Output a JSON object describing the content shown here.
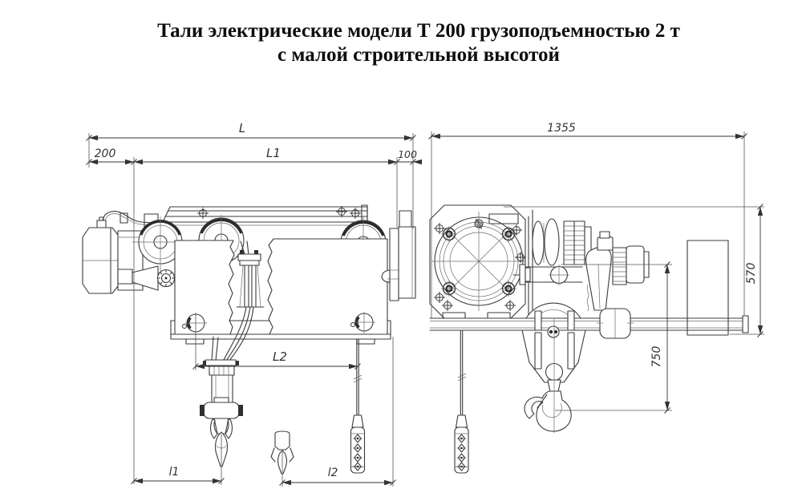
{
  "title": {
    "line1": "Тали электрические модели Т 200 грузоподъемностью 2 т",
    "line2": "с малой строительной высотой"
  },
  "views": {
    "front": {
      "dims": {
        "L": "L",
        "d200": "200",
        "L1": "L1",
        "d100": "100",
        "L2": "L2",
        "l1": "l1",
        "l2": "l2"
      }
    },
    "side": {
      "dims": {
        "d1355": "1355",
        "d570": "570",
        "d750": "750"
      }
    }
  }
}
